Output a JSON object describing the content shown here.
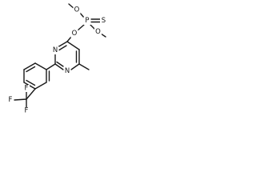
{
  "molecule": {
    "atoms": {
      "o_methoxy_left": "O",
      "phosphorus": "P",
      "sulfur": "S",
      "o_methoxy_right": "O",
      "o_ester": "O",
      "n_ring_upper": "N",
      "n_ring_lower": "N",
      "cf3_f_top": "F",
      "cf3_f_left": "F",
      "cf3_f_bottom": "F"
    }
  }
}
